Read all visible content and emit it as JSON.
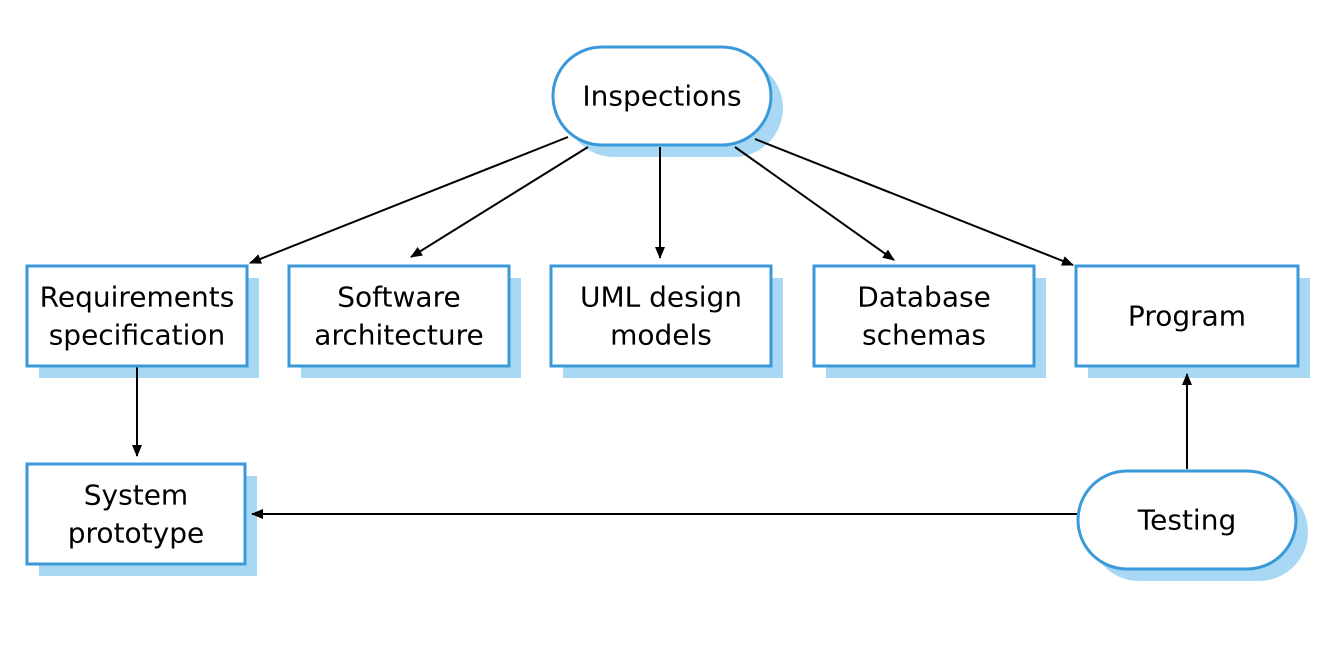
{
  "diagram": {
    "nodes": {
      "inspections": {
        "lines": [
          "Inspections"
        ],
        "shape": "rounded"
      },
      "requirements": {
        "lines": [
          "Requirements",
          "specification"
        ],
        "shape": "box"
      },
      "architecture": {
        "lines": [
          "Software",
          "architecture"
        ],
        "shape": "box"
      },
      "uml": {
        "lines": [
          "UML design",
          "models"
        ],
        "shape": "box"
      },
      "database": {
        "lines": [
          "Database",
          "schemas"
        ],
        "shape": "box"
      },
      "program": {
        "lines": [
          "Program"
        ],
        "shape": "box"
      },
      "prototype": {
        "lines": [
          "System",
          "prototype"
        ],
        "shape": "box"
      },
      "testing": {
        "lines": [
          "Testing"
        ],
        "shape": "rounded"
      }
    },
    "edges": [
      {
        "from": "inspections",
        "to": "requirements"
      },
      {
        "from": "inspections",
        "to": "architecture"
      },
      {
        "from": "inspections",
        "to": "uml"
      },
      {
        "from": "inspections",
        "to": "database"
      },
      {
        "from": "inspections",
        "to": "program"
      },
      {
        "from": "requirements",
        "to": "prototype"
      },
      {
        "from": "testing",
        "to": "program"
      },
      {
        "from": "testing",
        "to": "prototype"
      }
    ],
    "colors": {
      "border": "#3a9ad9",
      "shadow": "#a8d8f4",
      "arrow": "#000000"
    }
  }
}
